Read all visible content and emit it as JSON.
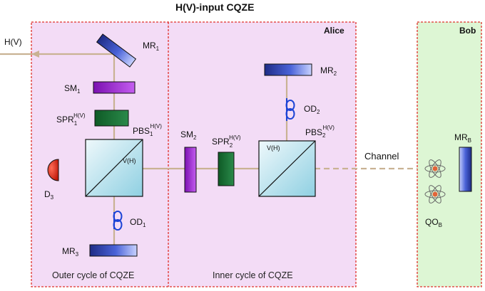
{
  "title": "H(V)-input CQZE",
  "input_label": "H(V)",
  "panels": {
    "alice": "Alice",
    "bob": "Bob",
    "outer_cycle": "Outer cycle of CQZE",
    "inner_cycle": "Inner cycle of CQZE"
  },
  "components": {
    "mr1": {
      "base": "MR",
      "sub": "1"
    },
    "sm1": {
      "base": "SM",
      "sub": "1"
    },
    "spr1": {
      "base": "SPR",
      "sub": "1",
      "sup": "H(V)"
    },
    "pbs1": {
      "base": "PBS",
      "sub": "1",
      "sup": "H(V)"
    },
    "pbs1_port": "V(H)",
    "d3": {
      "base": "D",
      "sub": "3"
    },
    "od1": {
      "base": "OD",
      "sub": "1"
    },
    "mr3": {
      "base": "MR",
      "sub": "3"
    },
    "sm2": {
      "base": "SM",
      "sub": "2"
    },
    "spr2": {
      "base": "SPR",
      "sub": "2",
      "sup": "H(V)"
    },
    "pbs2": {
      "base": "PBS",
      "sub": "2",
      "sup": "H(V)"
    },
    "pbs2_port": "V(H)",
    "od2": {
      "base": "OD",
      "sub": "2"
    },
    "mr2": {
      "base": "MR",
      "sub": "2"
    },
    "channel": "Channel",
    "mrb": {
      "base": "MR",
      "sub": "B"
    },
    "qob": {
      "base": "QO",
      "sub": "B"
    }
  },
  "colors": {
    "beam": "#c9b293",
    "border": "#e0302a",
    "alice_bg": "#f3dcf6",
    "bob_bg": "#ddf6d4",
    "mirror": "#2a3a9a",
    "sm": "#9b1fd1",
    "spr": "#136b30",
    "fiber": "#1d44d6",
    "detector": "#e02a1a",
    "atom": "#e2643a"
  }
}
